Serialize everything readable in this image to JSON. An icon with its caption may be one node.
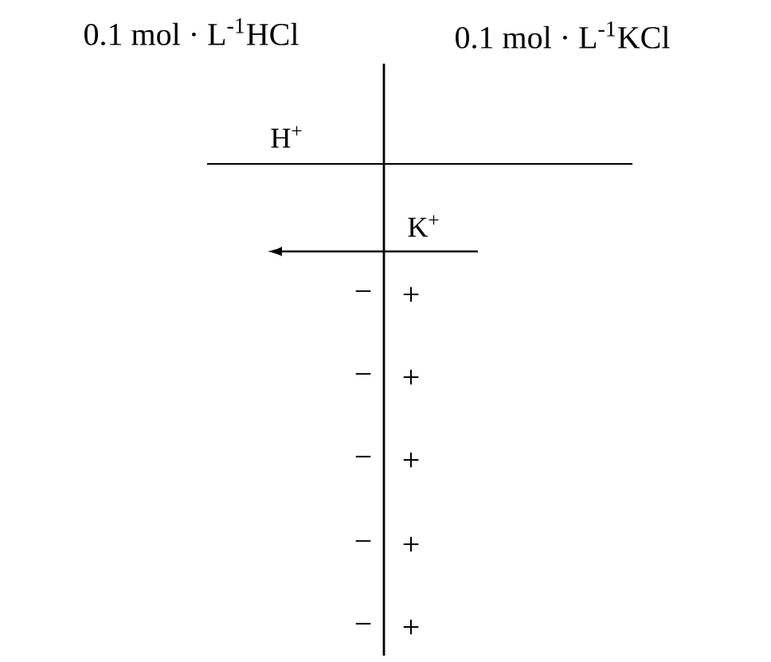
{
  "diagram": {
    "labels": [
      "0.1 mol · L$^{-1}$HCl",
      "0.1 mol · L$^{-1}$KCl",
      "H$^{+}$",
      "K$^{+}$",
      "−",
      "+",
      "−",
      "+",
      "−",
      "+",
      "−",
      "+",
      "−",
      "+"
    ]
  }
}
